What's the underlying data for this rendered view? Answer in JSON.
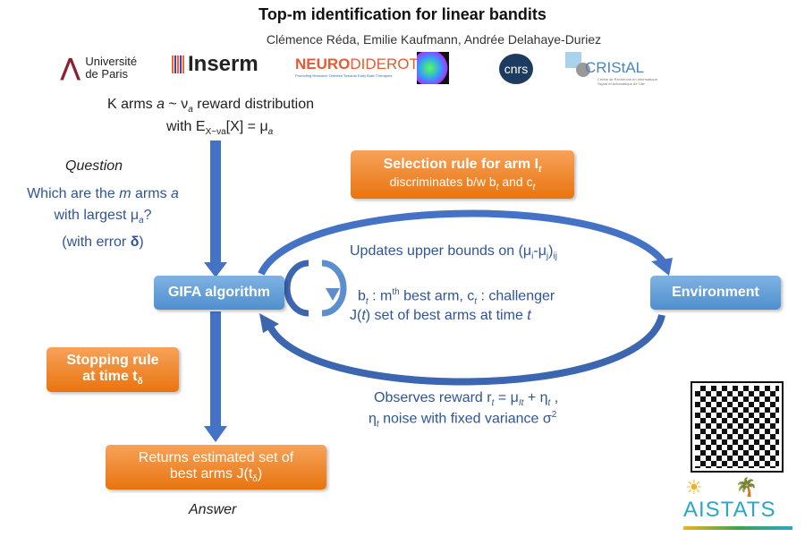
{
  "title": "Top-m identification for linear bandits",
  "authors": "Clémence Réda, Emilie Kaufmann, Andrée  Delahaye-Duriez",
  "logos": {
    "univ_line1": "Université",
    "univ_line2": "de Paris",
    "inserm": "Inserm",
    "neuro_a": "NEURO",
    "neuro_b": "DIDEROT",
    "neuro_tag": "Promoting Research Oriented Towards Early Brain Therapies",
    "cnrs": "cnrs",
    "cristal": "CRIStAL",
    "cristal_tag": "Centre de Recherche en Informatique Signal et Automatique de Lille",
    "aistats": "AISTATS"
  },
  "setup": {
    "l1a": "K arms ",
    "l1b": "a",
    "l1c": " ~ ν",
    "l1d": "a",
    "l1e": " reward distribution",
    "l2a": "with E",
    "l2b": "X~νa",
    "l2c": "[X] = μ",
    "l2d": "a"
  },
  "question": {
    "label": "Question",
    "l1a": "Which are the ",
    "l1b": "m",
    "l1c": " arms ",
    "l1d": "a",
    "l2a": "with largest μ",
    "l2b": "a",
    "l2c": "?",
    "l3a": "(with error ",
    "l3b": "δ",
    "l3c": ")"
  },
  "selection": {
    "l1a": "Selection rule for arm I",
    "l1b": "t",
    "l2a": "discriminates b/w b",
    "l2b": "t",
    "l2c": " and c",
    "l2d": "t"
  },
  "gifa": "GIFA algorithm",
  "environment": "Environment",
  "updates": {
    "a": "Updates upper bounds on (μ",
    "b": "i",
    "c": "-μ",
    "d": "j",
    "e": ")",
    "f": "ij"
  },
  "bt": {
    "a": "b",
    "b": "t",
    "c": " : m",
    "d": "th",
    "e": " best arm, c",
    "f": "t",
    "g": " : challenger"
  },
  "jt": {
    "a": "J(",
    "b": "t",
    "c": ") set of best arms at time ",
    "d": "t"
  },
  "observes": {
    "a": "Observes reward r",
    "b": "t",
    "c": " = μ",
    "d": "It",
    "e": " + η",
    "f": "t",
    "g": " ,"
  },
  "noise": {
    "a": "η",
    "b": "t",
    "c": " noise with fixed variance σ",
    "d": "2"
  },
  "stopping": {
    "l1": "Stopping rule",
    "l2a": "at time t",
    "l2b": "δ"
  },
  "returns": {
    "l1": "Returns estimated set of",
    "l2a": "best arms J(t",
    "l2b": "δ",
    "l2c": ")"
  },
  "answer": "Answer",
  "colors": {
    "text_blue": "#2f5597",
    "arrow_blue": "#4472c4",
    "orange": "#e8740e",
    "box_blue": "#5b9bd5"
  }
}
